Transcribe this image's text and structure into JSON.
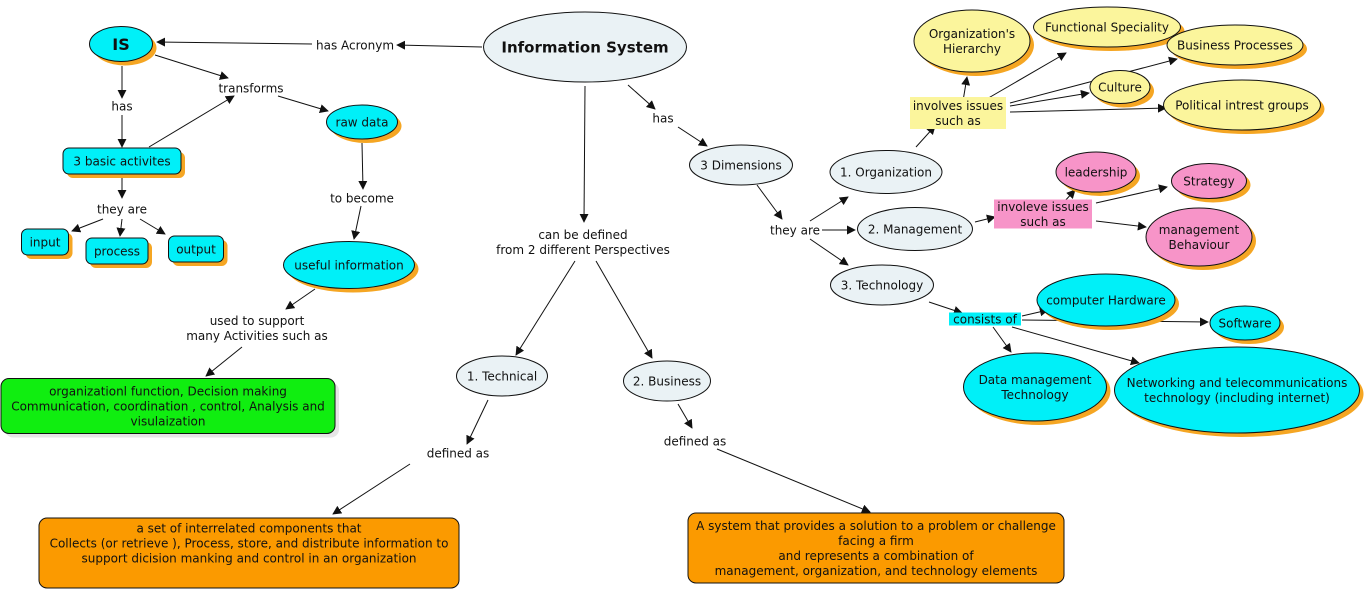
{
  "title": "Information System",
  "colors": {
    "cyan": "#00f0f8",
    "light": "#eaf2f5",
    "yellow": "#fbf59c",
    "pink": "#f794c8",
    "green": "#10ee10",
    "orange": "#fb9a00",
    "shadow": "#f5a623",
    "label_yellow": "#fbf59c",
    "label_pink": "#f794c8",
    "label_cyan": "#00f0f8"
  },
  "concepts": {
    "info_system": "Information System",
    "is": "IS",
    "basic_activities": "3 basic activites",
    "input": "input",
    "process": "process",
    "output": "output",
    "raw_data": "raw data",
    "useful_info": "useful information",
    "activities_box": [
      "organizationl function, Decision making",
      "Communication, coordination , control, Analysis and",
      "visulaization"
    ],
    "dimensions": "3 Dimensions",
    "organization": "1. Organization",
    "management": "2. Management",
    "technology": "3. Technology",
    "org_hierarchy": [
      "Organization's",
      "Hierarchy"
    ],
    "functional_speciality": "Functional Speciality",
    "business_processes": "Business Processes",
    "culture": "Culture",
    "political_groups": "Political intrest groups",
    "leadership": "leadership",
    "strategy": "Strategy",
    "mgmt_behaviour": [
      "management",
      "Behaviour"
    ],
    "computer_hardware": "computer Hardware",
    "software": "Software",
    "data_mgmt_tech": [
      "Data management",
      "Technology"
    ],
    "networking_tech": [
      "Networking and telecommunications",
      "technology (including internet)"
    ],
    "technical": "1. Technical",
    "business": "2. Business",
    "technical_def": [
      "a set of interrelated components that",
      "Collects (or retrieve ), Process, store, and distribute information to",
      "support  dicision manking  and control in an organization"
    ],
    "business_def": [
      "A system that provides a solution to a problem or challenge",
      "facing a firm",
      "and represents a  combination of",
      "management, organization, and technology elements"
    ]
  },
  "links": {
    "has_acronym": "has Acronym",
    "has_1": "has",
    "transforms": "transforms",
    "they_are_1": "they are",
    "to_become": "to become",
    "used_to_support": [
      "used to support",
      "many Activities such as"
    ],
    "has_2": "has",
    "they_are_2": "they are",
    "involves_issues": [
      "involves issues",
      "such as"
    ],
    "involeve_issues": [
      "involeve issues",
      "such as"
    ],
    "consists_of": "consists of",
    "can_be_defined": [
      "can be defined",
      "from 2 different Perspectives"
    ],
    "defined_as_1": "defined as",
    "defined_as_2": "defined as"
  }
}
